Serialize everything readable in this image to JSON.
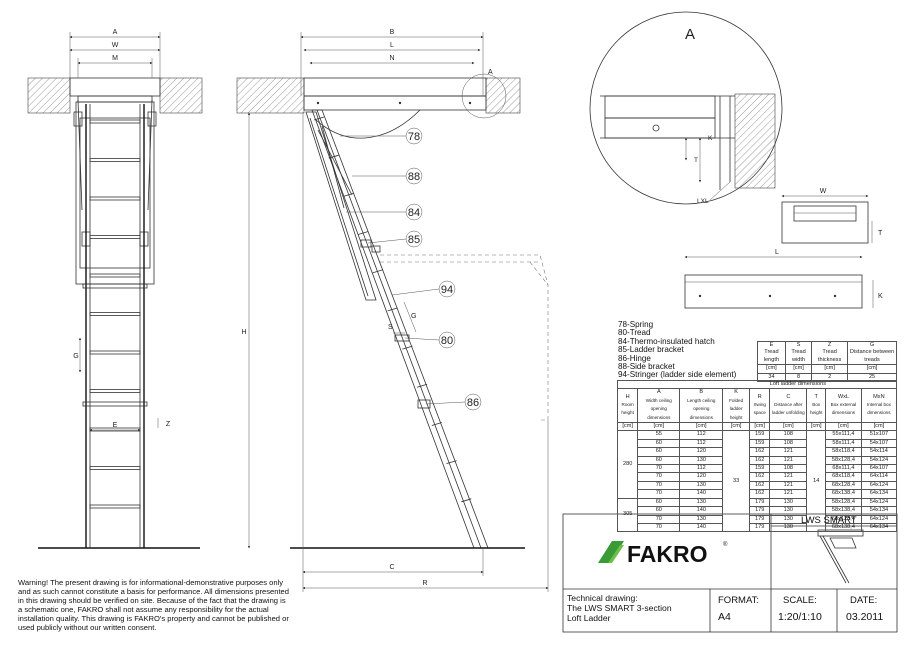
{
  "brand": {
    "name": "FAKRO",
    "registered": "®",
    "logo_green": "#3a9a35"
  },
  "callouts": [
    "78",
    "88",
    "84",
    "85",
    "94",
    "80",
    "86"
  ],
  "dimension_letters": {
    "front": {
      "a": "A",
      "w": "W",
      "m": "M",
      "h": "H",
      "g": "G",
      "e": "E",
      "z": "Z"
    },
    "side": {
      "b": "B",
      "l": "L",
      "n": "N",
      "a": "A",
      "s": "S",
      "g": "G",
      "c": "C",
      "r": "R"
    },
    "detail": {
      "title": "A",
      "k": "K",
      "t": "T",
      "lxl": "LXL"
    },
    "box": {
      "w": "W",
      "t": "T",
      "l": "L",
      "k": "K"
    }
  },
  "legend": [
    "78-Spring",
    "80-Tread",
    "84-Thermo-insulated hatch",
    "85-Ladder bracket",
    "86-Hinge",
    "88-Side bracket",
    "94-Stringer (ladder side element)"
  ],
  "tread_table": {
    "headers": [
      {
        "code": "E",
        "desc": "Tread length"
      },
      {
        "code": "S",
        "desc": "Tread width"
      },
      {
        "code": "Z",
        "desc": "Tread thickness"
      },
      {
        "code": "G",
        "desc": "Distance between treads"
      }
    ],
    "unit": "[cm]",
    "values": [
      "34",
      "8",
      "2",
      "25"
    ]
  },
  "dims_table": {
    "caption": "Loft ladder dimensions",
    "headers": [
      {
        "code": "H",
        "desc": "Room height"
      },
      {
        "code": "A",
        "desc": "Width ceiling opening dimensions"
      },
      {
        "code": "B",
        "desc": "Length ceiling opening dimensions"
      },
      {
        "code": "K",
        "desc": "Folded ladder height"
      },
      {
        "code": "R",
        "desc": "Swing space"
      },
      {
        "code": "C",
        "desc": "Distance after ladder unfolding"
      },
      {
        "code": "T",
        "desc": "Box height"
      },
      {
        "code": "WxL",
        "desc": "Box external dimensions"
      },
      {
        "code": "MxN",
        "desc": "Internal box dimensions"
      }
    ],
    "unit": "[cm]",
    "h_values": [
      "280",
      "305"
    ],
    "k_value": "33",
    "t_value": "14",
    "rows": [
      [
        "55",
        "112",
        "159",
        "108",
        "55x111,4",
        "51x107"
      ],
      [
        "60",
        "112",
        "159",
        "108",
        "58x111,4",
        "54x107"
      ],
      [
        "60",
        "120",
        "162",
        "121",
        "58x118,4",
        "54x114"
      ],
      [
        "60",
        "130",
        "162",
        "121",
        "58x128,4",
        "54x124"
      ],
      [
        "70",
        "112",
        "159",
        "108",
        "68x111,4",
        "64x107"
      ],
      [
        "70",
        "120",
        "162",
        "121",
        "68x118,4",
        "64x114"
      ],
      [
        "70",
        "130",
        "162",
        "121",
        "68x128,4",
        "64x124"
      ],
      [
        "70",
        "140",
        "162",
        "121",
        "68x138,4",
        "64x134"
      ],
      [
        "60",
        "130",
        "179",
        "130",
        "58x128,4",
        "54x124"
      ],
      [
        "60",
        "140",
        "179",
        "130",
        "58x138,4",
        "54x134"
      ],
      [
        "70",
        "130",
        "179",
        "130",
        "68x128,4",
        "64x124"
      ],
      [
        "70",
        "140",
        "179",
        "130",
        "68x138,4",
        "64x134"
      ]
    ]
  },
  "warning": "Warning! The present drawing is for informational-demonstrative purposes only and as such cannot constitute a basis for performance. All dimensions presented in this drawing should be verified on site. Because of the fact that the drawing is a schematic one, FAKRO shall not assume any responsibility for the actual installation quality. This drawing is FAKRO's property and cannot be published  or used publicly without our written consent.",
  "title_block": {
    "product": "LWS SMART",
    "tech_label": "Technical drawing:",
    "tech_line1": "The LWS SMART 3-section",
    "tech_line2": "Loft Ladder",
    "format_label": "FORMAT:",
    "format_value": "A4",
    "scale_label": "SCALE:",
    "scale_value": "1:20/1:10",
    "date_label": "DATE:",
    "date_value": "03.2011"
  }
}
